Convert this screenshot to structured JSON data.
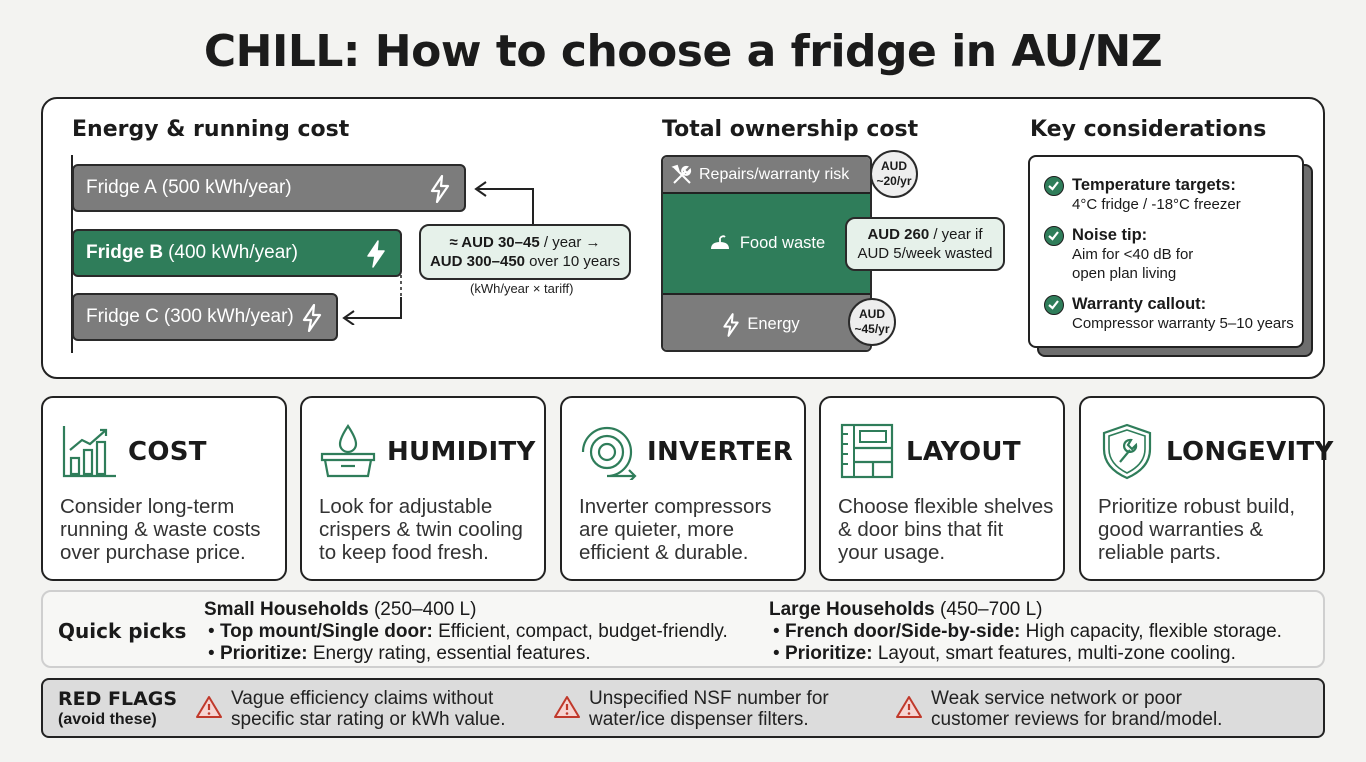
{
  "title": "CHILL: How to choose a fridge in AU/NZ",
  "energy": {
    "heading": "Energy & running cost",
    "fridges": [
      {
        "name": "Fridge A",
        "detail": "(500 kWh/year)",
        "kwh": 500,
        "highlight": false
      },
      {
        "name": "Fridge B",
        "detail": "(400 kWh/year)",
        "kwh": 400,
        "highlight": true
      },
      {
        "name": "Fridge C",
        "detail": "(300 kWh/year)",
        "kwh": 300,
        "highlight": false
      }
    ],
    "callout_line1_bold": "≈ AUD 30–45",
    "callout_line1_rest": "/ year →",
    "callout_line2_bold": "AUD 300–450",
    "callout_line2_rest": "over 10 years",
    "formula": "(kWh/year × tariff)"
  },
  "ownership": {
    "heading": "Total ownership cost",
    "segments": [
      {
        "label": "Repairs/warranty risk",
        "icon": "tools-icon",
        "badge": [
          "AUD",
          "~20/yr"
        ]
      },
      {
        "label": "Food waste",
        "icon": "food-icon"
      },
      {
        "label": "Energy",
        "icon": "bolt-icon",
        "badge": [
          "AUD",
          "~45/yr"
        ]
      }
    ],
    "food_callout_bold": "AUD 260",
    "food_callout_rest": "/ year if",
    "food_callout_line2": "AUD 5/week wasted"
  },
  "considerations": {
    "heading": "Key considerations",
    "items": [
      {
        "title": "Temperature targets:",
        "lines": [
          "4°C fridge / -18°C freezer"
        ]
      },
      {
        "title": "Noise tip:",
        "lines": [
          "Aim for <40 dB for",
          "open plan living"
        ]
      },
      {
        "title": "Warranty callout:",
        "lines": [
          "Compressor warranty 5–10 years"
        ]
      }
    ]
  },
  "cards": [
    {
      "title": "COST",
      "icon": "bar-chart-icon",
      "lines": [
        "Consider long-term",
        "running & waste costs",
        "over purchase price."
      ]
    },
    {
      "title": "HUMIDITY",
      "icon": "crisper-drop-icon",
      "lines": [
        "Look for adjustable",
        "crispers & twin cooling",
        "to keep food fresh."
      ]
    },
    {
      "title": "INVERTER",
      "icon": "inverter-coil-icon",
      "lines": [
        "Inverter compressors",
        "are quieter, more",
        "efficient & durable."
      ]
    },
    {
      "title": "LAYOUT",
      "icon": "shelves-layout-icon",
      "lines": [
        "Choose flexible shelves",
        "& door bins that fit",
        "your usage."
      ]
    },
    {
      "title": "LONGEVITY",
      "icon": "shield-wrench-icon",
      "lines": [
        "Prioritize robust build,",
        "good warranties &",
        "reliable parts."
      ]
    }
  ],
  "quick_picks": {
    "label": "Quick picks",
    "small": {
      "heading_bold": "Small Households",
      "heading_rest": "(250–400 L)",
      "b1_bold": "Top mount/Single door:",
      "b1_rest": "Efficient, compact, budget-friendly.",
      "b2_bold": "Prioritize:",
      "b2_rest": "Energy rating, essential features."
    },
    "large": {
      "heading_bold": "Large Households",
      "heading_rest": "(450–700 L)",
      "b1_bold": "French door/Side-by-side:",
      "b1_rest": "High capacity, flexible storage.",
      "b2_bold": "Prioritize:",
      "b2_rest": "Layout, smart features, multi-zone cooling."
    }
  },
  "red_flags": {
    "label": "RED FLAGS",
    "sublabel": "(avoid these)",
    "items": [
      [
        "Vague efficiency claims without",
        "specific star rating or kWh value."
      ],
      [
        "Unspecified NSF number for",
        "water/ice dispenser filters."
      ],
      [
        "Weak service network or poor",
        "customer reviews for brand/model."
      ]
    ]
  },
  "colors": {
    "green": "#2f7d5a",
    "grey": "#7c7c7c",
    "red": "#c0392b"
  }
}
